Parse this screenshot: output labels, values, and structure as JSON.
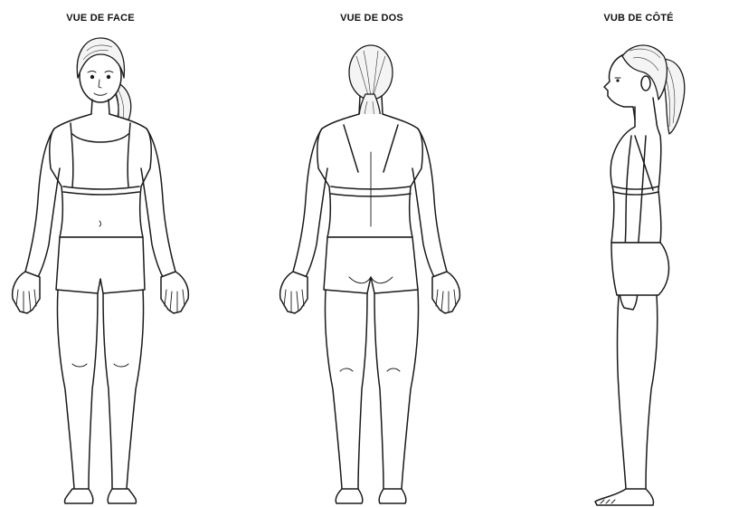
{
  "views": [
    {
      "title": "VUE DE FACE"
    },
    {
      "title": "VUE DE DOS"
    },
    {
      "title": "VUB DE CÔTÉ"
    }
  ]
}
